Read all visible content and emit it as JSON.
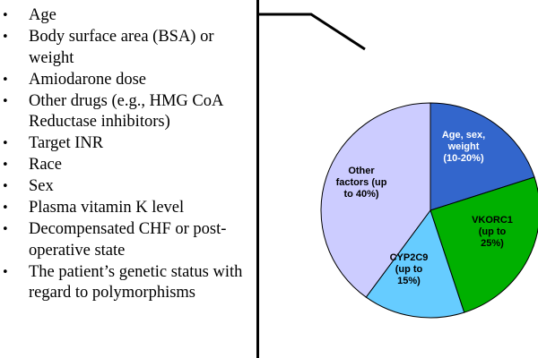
{
  "factors": {
    "items": [
      "Age",
      "Body surface area (BSA) or weight",
      "Amiodarone dose",
      "Other drugs (e.g., HMG CoA Reductase inhibitors)",
      "Target INR",
      "Race",
      "Sex",
      "Plasma vitamin K level",
      "Decompensated CHF or post-operative state",
      "The patient’s genetic status with regard to polymorphisms"
    ],
    "bullet_glyph": "•"
  },
  "chart_data": {
    "type": "pie",
    "title": "",
    "slices": [
      {
        "label": "Age, sex, weight (10-20%)",
        "value": 20,
        "color": "#3366cc",
        "text_color": "#ffffff"
      },
      {
        "label": "VKORC1 (up to 25%)",
        "value": 25,
        "color": "#00b000",
        "text_color": "#000000"
      },
      {
        "label": "CYP2C9 (up to 15%)",
        "value": 15,
        "color": "#66ccff",
        "text_color": "#000000"
      },
      {
        "label": "Other factors (up to 40%)",
        "value": 40,
        "color": "#ccccff",
        "text_color": "#000000"
      }
    ],
    "label_lines": [
      [
        "Age, sex,",
        "weight",
        "(10-20%)"
      ],
      [
        "VKORC1",
        "(up to",
        "25%)"
      ],
      [
        "CYP2C9",
        "(up to",
        "15%)"
      ],
      [
        "Other",
        "factors (up",
        "to 40%)"
      ]
    ],
    "start_angle": "12 o'clock",
    "direction": "clockwise",
    "legend": "none"
  }
}
